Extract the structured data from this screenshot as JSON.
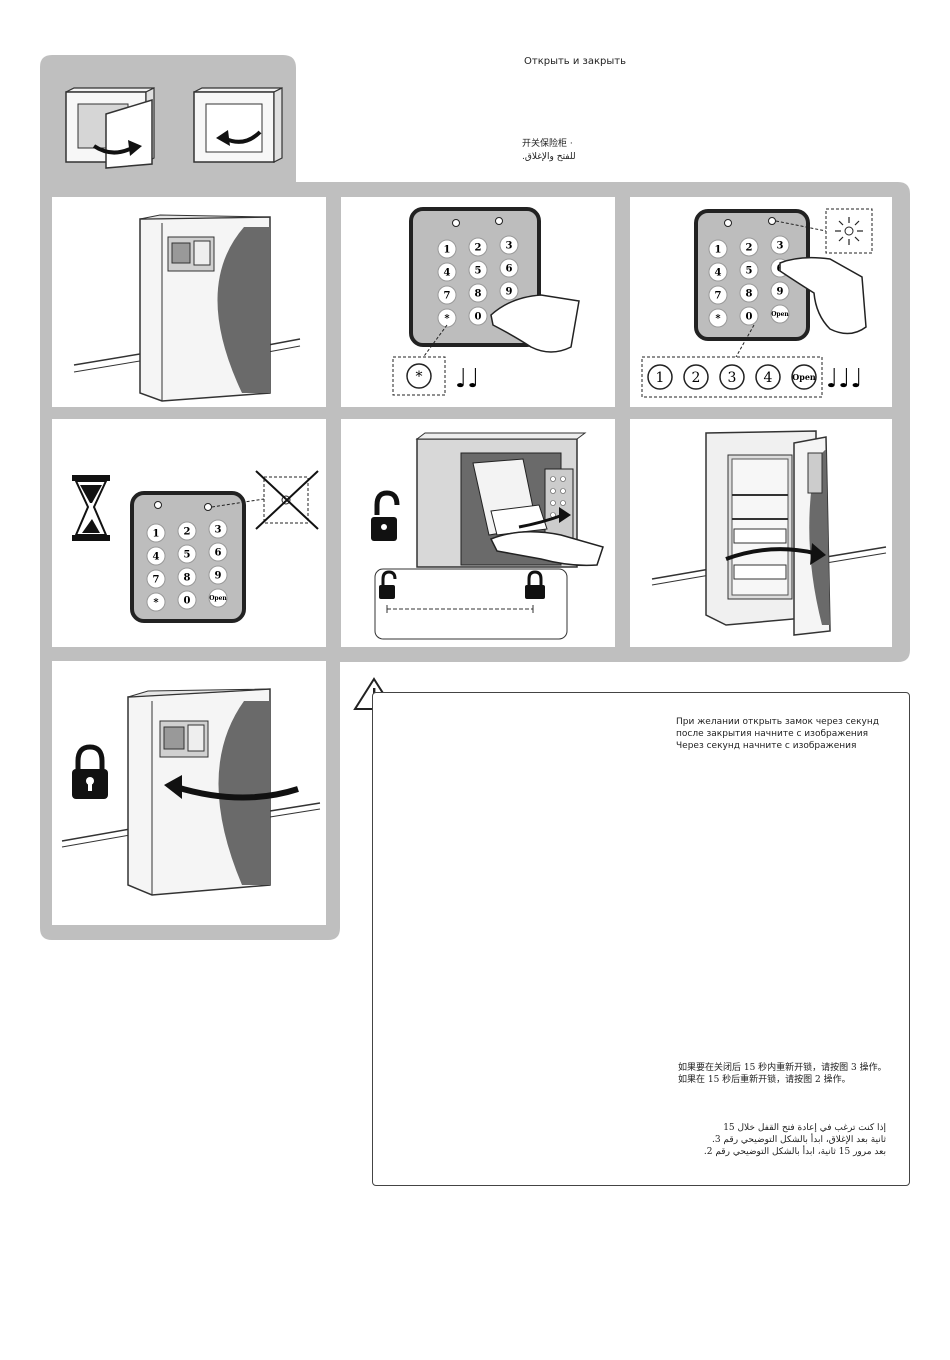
{
  "header": {
    "title_ru": "Открыть и закрыть",
    "title_zh": "开关保险柜 ·",
    "title_ar": "للفتح والإغلاق."
  },
  "keypad": {
    "keys": [
      "1",
      "2",
      "3",
      "4",
      "5",
      "6",
      "7",
      "8",
      "9",
      "*",
      "0",
      "Open"
    ],
    "code_sequence": [
      "1",
      "2",
      "3",
      "4",
      "Open"
    ],
    "star_key": "*"
  },
  "warning": {
    "ru_lines": [
      "При желании открыть замок через      секунд",
      "после закрытия  начните с изображения",
      "Через       секунд начните с изображения"
    ],
    "zh_lines": [
      "如果要在关闭后 15 秒内重新开锁，请按图 3 操作。",
      "如果在 15 秒后重新开锁，请按图 2 操作。"
    ],
    "ar_lines": [
      "إذا كنت ترغب في إعادة فتح القفل خلال 15",
      "ثانية بعد الإغلاق، ابدأ بالشكل التوضيحي رقم 3.",
      "بعد مرور 15 ثانية، ابدأ بالشكل التوضيحي رقم 2."
    ]
  },
  "colors": {
    "panel_background": "#bfbfbf",
    "safe_side": "#6a6a6a",
    "keypad_body": "#bdbdbd"
  }
}
